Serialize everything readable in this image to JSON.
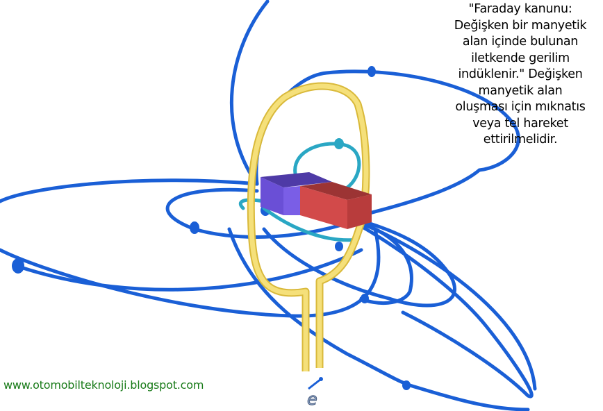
{
  "caption": {
    "lines": [
      "\"Faraday kanunu:",
      "Değişken bir manyetik",
      "alan içinde bulunan",
      "iletkende gerilim",
      "indüklenir.\" Değişken",
      "manyetik alan",
      "oluşması için mıknatıs",
      "veya tel hareket",
      "ettirilmelidir."
    ]
  },
  "watermark": "www.otomobilteknoloji.blogspot.com",
  "diagram": {
    "electron_symbol": "e",
    "colors": {
      "field_lines": "#1a5fd6",
      "inner_lines": "#2aa7c4",
      "wire": "#f0d86a",
      "magnet_north": "#6a4fd6",
      "magnet_south": "#d24a4a"
    }
  }
}
